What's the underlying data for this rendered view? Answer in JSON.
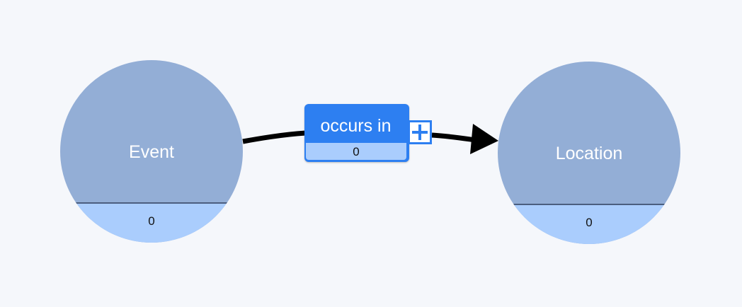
{
  "diagram": {
    "nodes": [
      {
        "id": "event",
        "label": "Event",
        "count": "0"
      },
      {
        "id": "location",
        "label": "Location",
        "count": "0"
      }
    ],
    "relationship": {
      "label": "occurs in",
      "count": "0",
      "add_icon": "plus-icon"
    },
    "colors": {
      "background": "#f5f7fb",
      "node_fill": "#93aed6",
      "node_count_fill": "#aacdfd",
      "relationship_fill": "#2d7ff1",
      "edge": "#000000"
    }
  }
}
